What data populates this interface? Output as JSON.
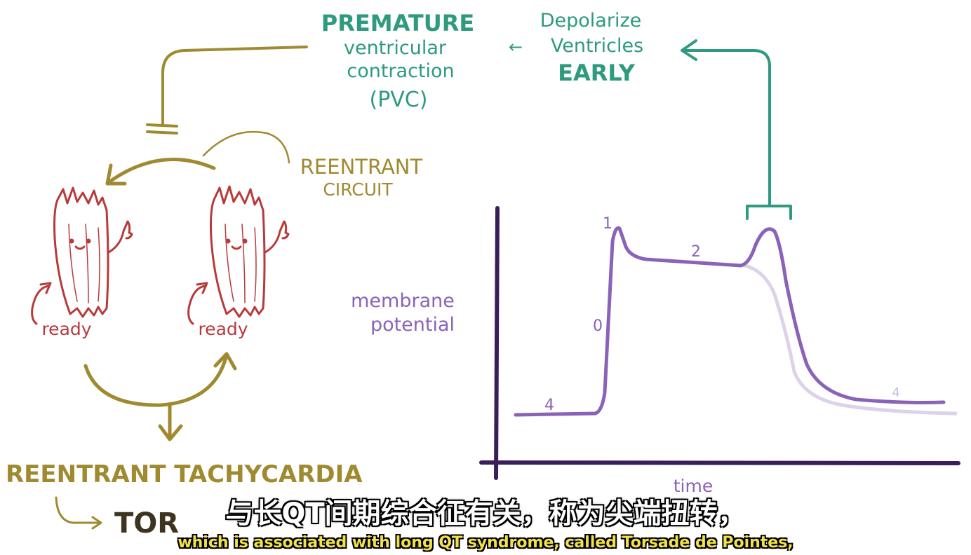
{
  "pvc": {
    "line1": "PREMATURE",
    "line2": "ventricular",
    "line3": "contraction",
    "line4": "(PVC)"
  },
  "arrow_left": "←",
  "depolarize": {
    "line1": "Depolarize",
    "line2": "Ventricles",
    "line3": "EARLY"
  },
  "reentrant_circuit": {
    "line1": "REENTRANT",
    "line2": "CIRCUIT"
  },
  "cells": [
    {
      "label": "ready"
    },
    {
      "label": "ready"
    }
  ],
  "reentrant_tachycardia": "REENTRANT TACHYCARDIA",
  "torsades_partial": "TOR",
  "graph": {
    "ylabel_line1": "membrane",
    "ylabel_line2": "potential",
    "xlabel": "time",
    "phases": [
      "4",
      "0",
      "1",
      "2",
      "4"
    ]
  },
  "subtitles": {
    "chinese": "与长QT间期综合征有关，称为尖端扭转，",
    "english": "which is associated with long QT syndrome, called Torsade de Pointes,"
  },
  "colors": {
    "green": "#2e9a80",
    "olive": "#a08a30",
    "red": "#b83a3a",
    "purple": "#8a63b8",
    "axis": "#3a1e5a"
  }
}
